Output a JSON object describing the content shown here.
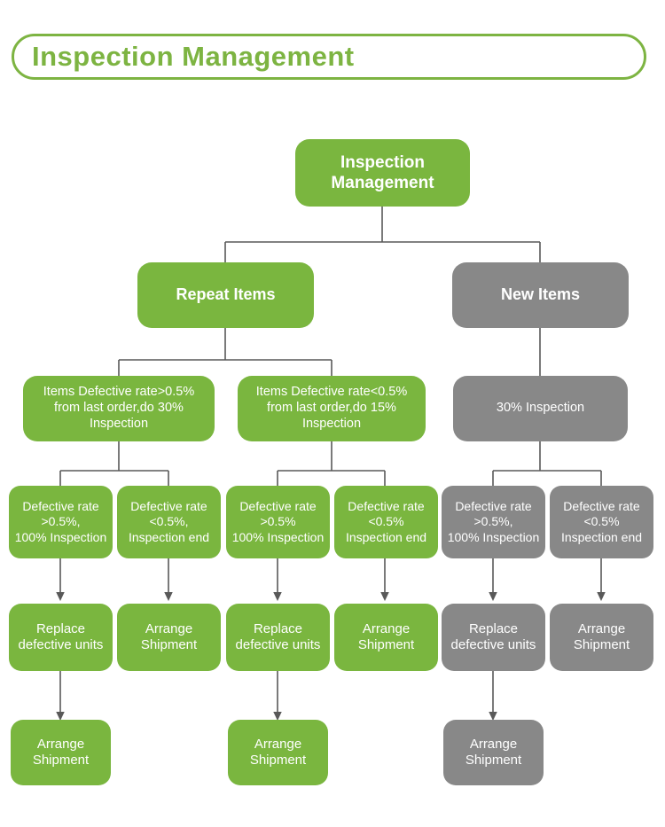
{
  "header": {
    "title": "Inspection Management",
    "accent_color": "#7db442"
  },
  "colors": {
    "green": "#7ab63f",
    "gray": "#888888",
    "connector": "#595959",
    "text": "#ffffff"
  },
  "diagram": {
    "type": "tree-flowchart",
    "root": {
      "label": "Inspection\nManagement",
      "color": "green"
    },
    "branches": [
      {
        "label": "Repeat Items",
        "color": "green"
      },
      {
        "label": "New Items",
        "color": "gray"
      }
    ],
    "rules": [
      {
        "label": "Items Defective rate>0.5%\nfrom last order,do 30%\nInspection",
        "color": "green"
      },
      {
        "label": "Items Defective rate<0.5%\nfrom last order,do 15%\nInspection",
        "color": "green"
      },
      {
        "label": "30% Inspection",
        "color": "gray"
      }
    ],
    "rates": [
      {
        "label": "Defective rate\n>0.5%,\n100% Inspection",
        "color": "green"
      },
      {
        "label": "Defective rate\n<0.5%,\nInspection end",
        "color": "green"
      },
      {
        "label": "Defective rate\n>0.5%\n100% Inspection",
        "color": "green"
      },
      {
        "label": "Defective rate\n<0.5%\nInspection end",
        "color": "green"
      },
      {
        "label": "Defective rate\n>0.5%,\n100% Inspection",
        "color": "gray"
      },
      {
        "label": "Defective rate\n<0.5%\nInspection end",
        "color": "gray"
      }
    ],
    "actions": [
      {
        "label": "Replace\ndefective units",
        "color": "green"
      },
      {
        "label": "Arrange\nShipment",
        "color": "green"
      },
      {
        "label": "Replace\ndefective units",
        "color": "green"
      },
      {
        "label": "Arrange\nShipment",
        "color": "green"
      },
      {
        "label": "Replace\ndefective units",
        "color": "gray"
      },
      {
        "label": "Arrange\nShipment",
        "color": "gray"
      }
    ],
    "finals": [
      {
        "label": "Arrange\nShipment",
        "color": "green"
      },
      {
        "label": "Arrange\nShipment",
        "color": "green"
      },
      {
        "label": "Arrange\nShipment",
        "color": "gray"
      }
    ]
  }
}
